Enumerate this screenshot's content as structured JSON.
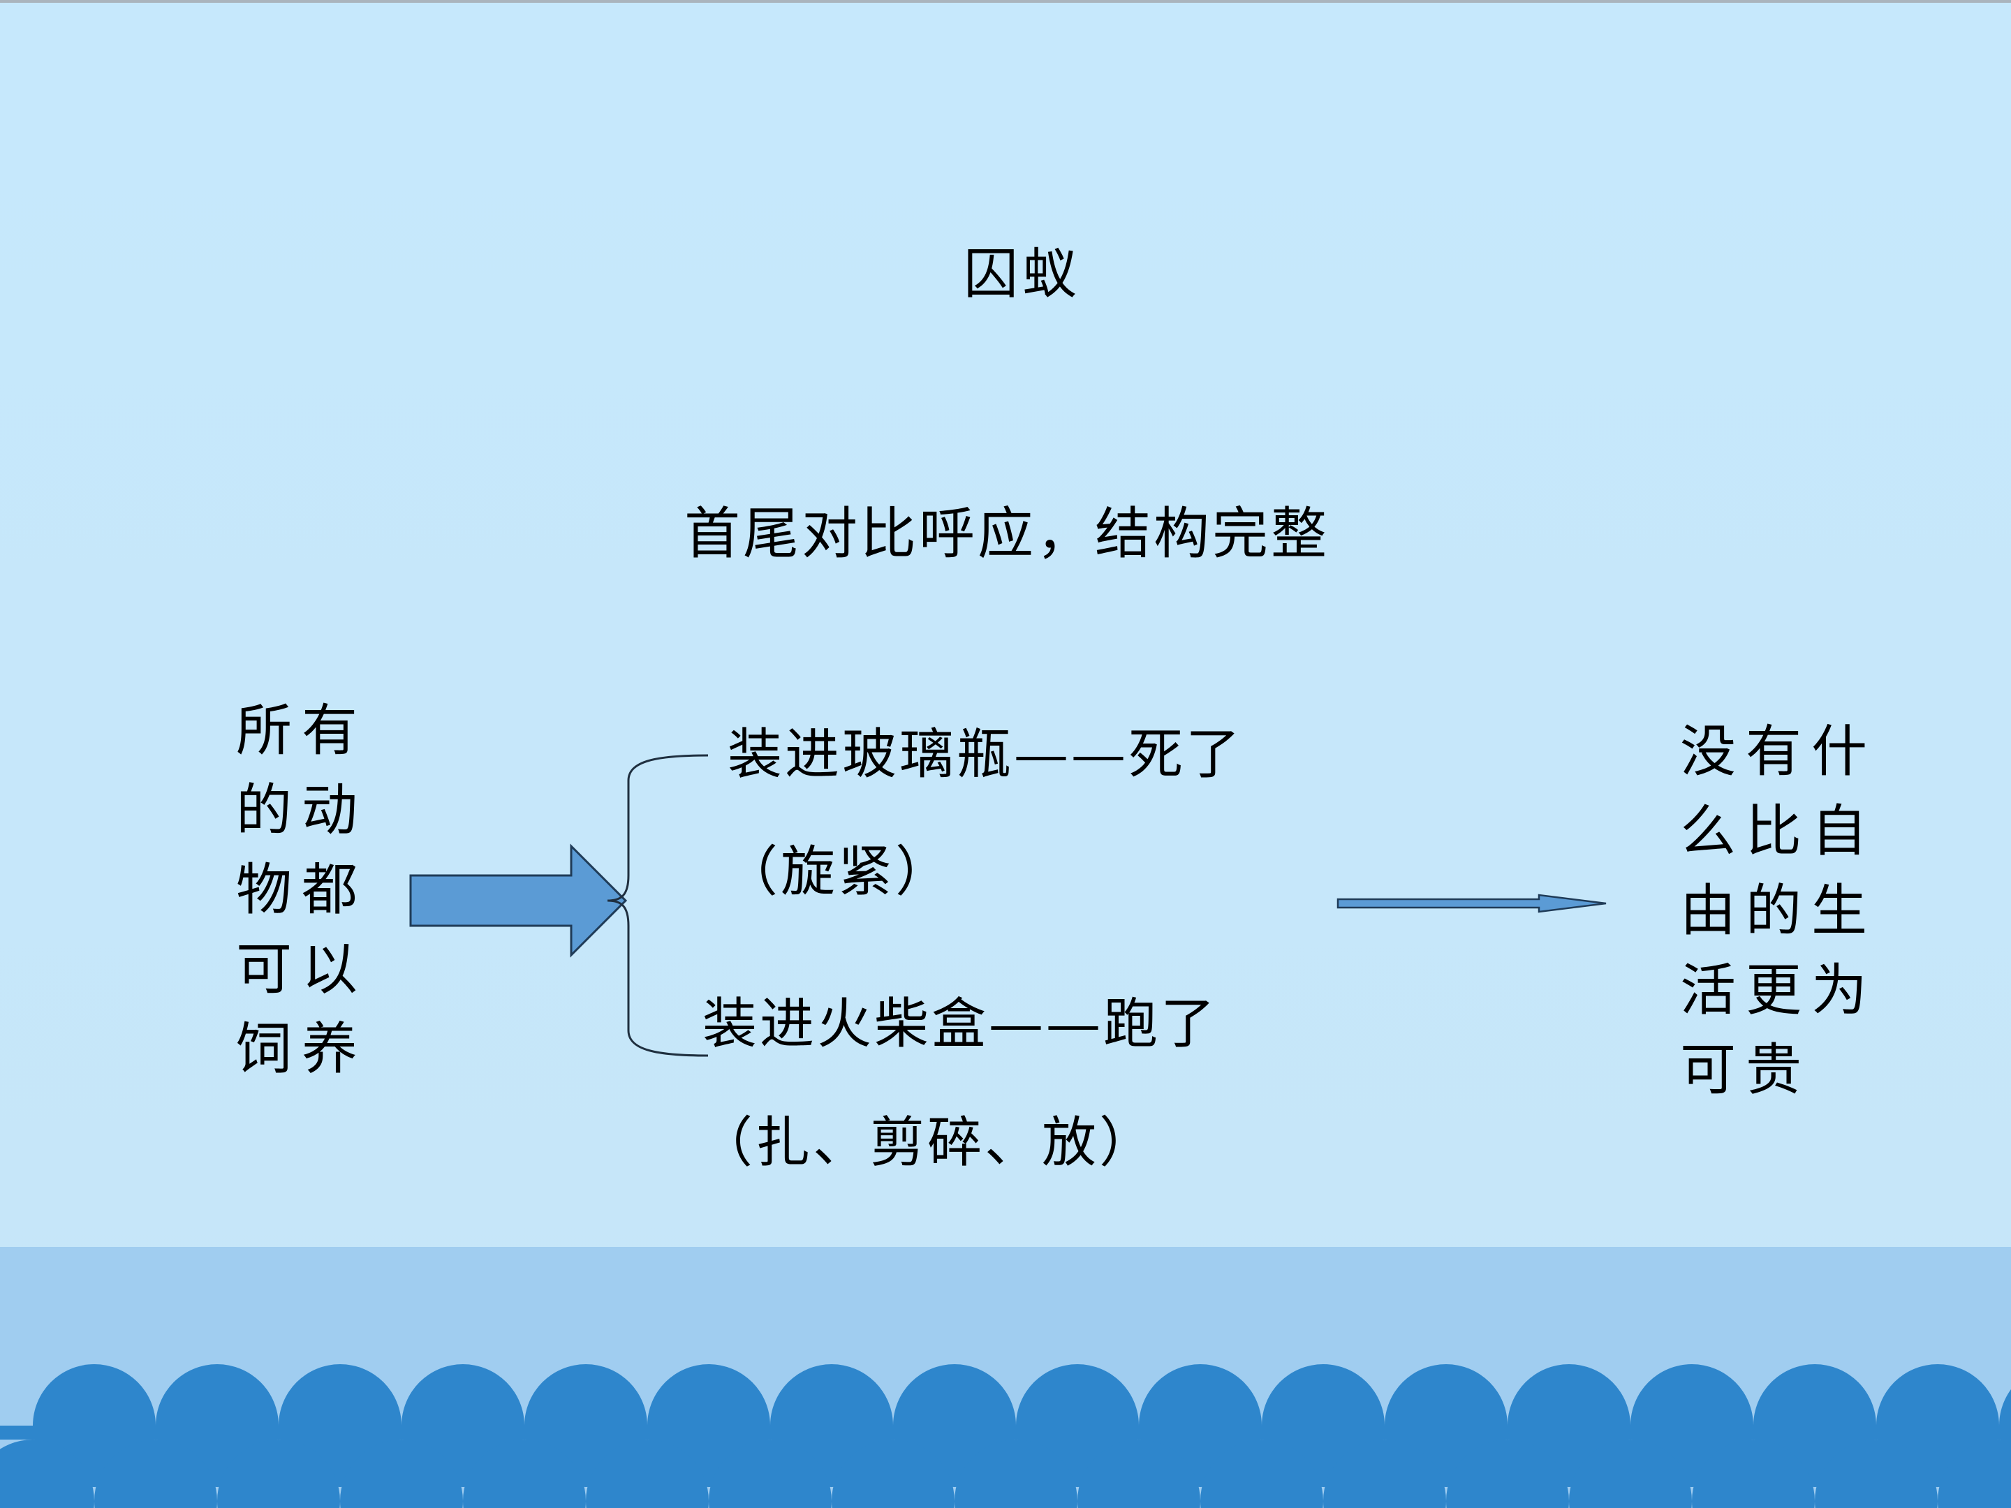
{
  "slide": {
    "title": "囚蚁",
    "subtitle": "首尾对比呼应，结构完整",
    "left_text": "所有\n的动\n物都\n可以\n饲养",
    "branches": [
      {
        "label": "装进玻璃瓶——死了",
        "note": "（旋紧）"
      },
      {
        "label": "装进火柴盒——跑了",
        "note": "（扎、剪碎、放）"
      }
    ],
    "right_text": "没有什\n么比自\n由的生\n活更为\n可贵"
  },
  "colors": {
    "background_top": "#c6e8fc",
    "block_arrow": "#5b9bd5",
    "wave_dark": "#2e86cc",
    "sea_light": "#a0cdf0"
  }
}
